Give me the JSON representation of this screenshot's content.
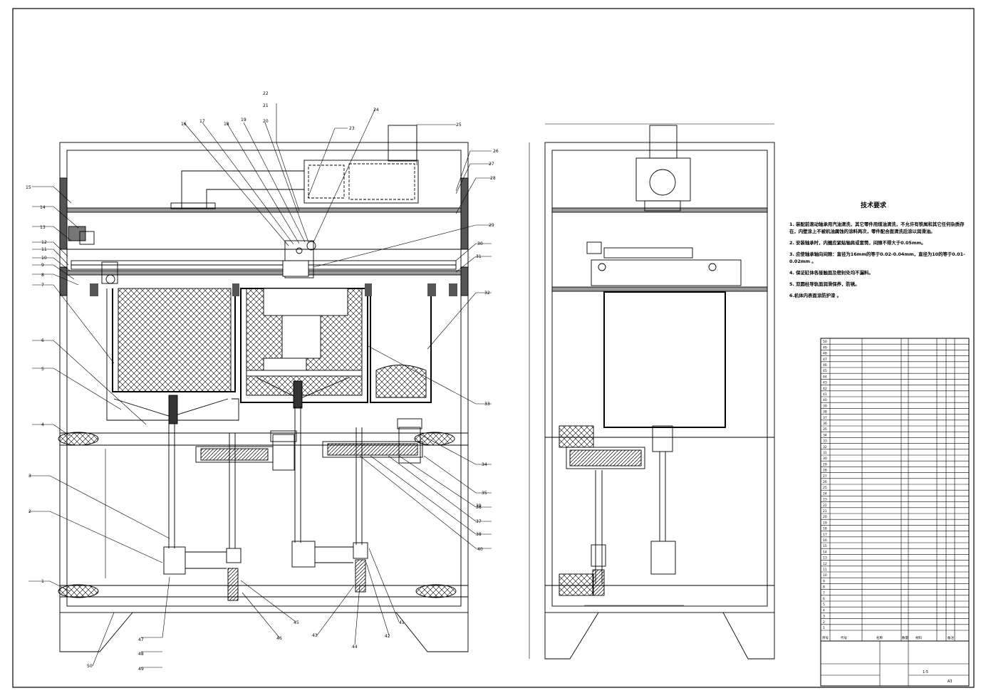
{
  "tech_requirements": {
    "title": "技术要求",
    "items": [
      "1. 装配前滚动轴承用汽油清洗，其它零件用煤油清洗，不允许有铁屑和其它任何杂质存在，内壁涂上不被机油腐蚀的涂料两次，零件配合面清洗后涂以润滑油。",
      "2. 安装轴承时，内圈应紧贴轴肩或套筒，间隙不得大于0.05mm。",
      "3. 应使轴承轴向间隙：直径为16mm的等于0.02-0.04mm，直径为10的等于0.01-0.02mm 。",
      "4. 保证缸体各接触面及密封处均不漏料。",
      "5. 双圆柱导轨面润滑保养，防锈。",
      "6.机体内表面涂防护漆 。"
    ]
  },
  "balloons_left": [
    "15",
    "14",
    "13",
    "12",
    "11",
    "10",
    "9",
    "8",
    "7",
    "6",
    "5",
    "4",
    "3",
    "2",
    "1"
  ],
  "balloons_top": [
    "16",
    "17",
    "18",
    "19",
    "20",
    "21",
    "22",
    "23",
    "24",
    "25"
  ],
  "balloons_right": [
    "26",
    "27",
    "28",
    "29",
    "30",
    "31",
    "32",
    "33",
    "34",
    "35",
    "36",
    "37",
    "38",
    "39",
    "40"
  ],
  "balloons_bottom": [
    "50",
    "49",
    "48",
    "47",
    "46",
    "45",
    "44",
    "43",
    "42",
    "41"
  ],
  "title_block": {
    "row_numbers": [
      "50",
      "49",
      "48",
      "47",
      "46",
      "45",
      "44",
      "43",
      "42",
      "41",
      "40",
      "39",
      "38",
      "37",
      "36",
      "35",
      "34",
      "33",
      "32",
      "31",
      "30",
      "29",
      "28",
      "27",
      "26",
      "25",
      "24",
      "23",
      "22",
      "21",
      "20",
      "19",
      "18",
      "17",
      "16",
      "15",
      "14",
      "13",
      "12",
      "11",
      "10",
      "9",
      "8",
      "7",
      "6",
      "5",
      "4",
      "3",
      "2",
      "1"
    ],
    "header": [
      "序号",
      "代号",
      "名称",
      "数量",
      "材料",
      "备注"
    ],
    "sheet": "A3",
    "scale": "1:5"
  }
}
